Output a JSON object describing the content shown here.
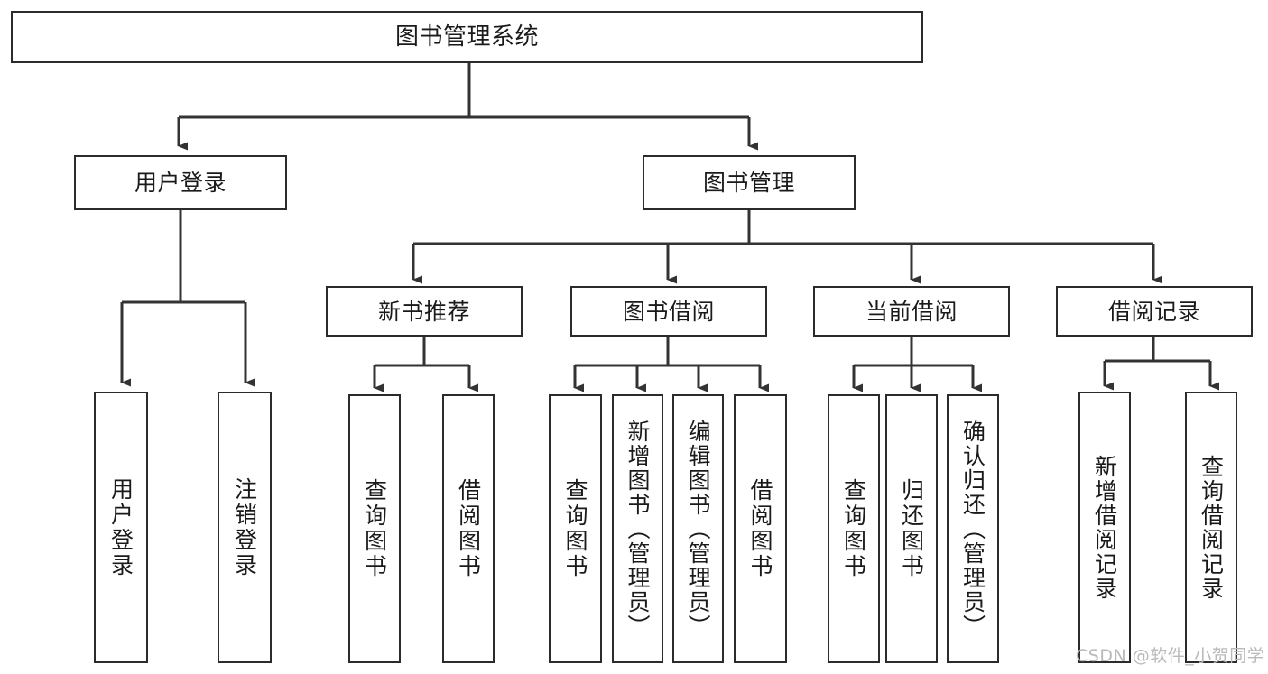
{
  "diagram": {
    "title": "图书管理系统",
    "type": "功能结构图",
    "watermark": "CSDN @软件_小贺同学",
    "style": {
      "box_border_color": "#2b2b2b",
      "box_fill_color": "#ffffff",
      "connector_color": "#333333",
      "text_color": "#1a1a1a",
      "watermark_color": "#b9b9b9",
      "background": "#ffffff"
    },
    "nodes": {
      "root": {
        "label": "图书管理系统",
        "level": 1
      },
      "user_login": {
        "label": "用户登录",
        "level": 2
      },
      "book_manage": {
        "label": "图书管理",
        "level": 2
      },
      "new_book_rec": {
        "label": "新书推荐",
        "level": 3
      },
      "book_borrow": {
        "label": "图书借阅",
        "level": 3
      },
      "current_borrow": {
        "label": "当前借阅",
        "level": 3
      },
      "borrow_record": {
        "label": "借阅记录",
        "level": 3
      },
      "leaf_user_login": {
        "label": "用户登录",
        "level": 4
      },
      "leaf_logout_login": {
        "label": "注销登录",
        "level": 4
      },
      "leaf_query_book_1": {
        "label": "查询图书",
        "level": 4
      },
      "leaf_borrow_book_1": {
        "label": "借阅图书",
        "level": 4
      },
      "leaf_query_book_2": {
        "label": "查询图书",
        "level": 4
      },
      "leaf_add_book_admin": {
        "label": "新增图书（管理员）",
        "level": 4
      },
      "leaf_edit_book_admin": {
        "label": "编辑图书（管理员）",
        "level": 4
      },
      "leaf_borrow_book_2": {
        "label": "借阅图书",
        "level": 4
      },
      "leaf_query_book_3": {
        "label": "查询图书",
        "level": 4
      },
      "leaf_return_book": {
        "label": "归还图书",
        "level": 4
      },
      "leaf_confirm_return_admin": {
        "label": "确认归还（管理员）",
        "level": 4
      },
      "leaf_add_borrow_record": {
        "label": "新增借阅记录",
        "level": 4
      },
      "leaf_query_borrow_record": {
        "label": "查询借阅记录",
        "level": 4
      }
    },
    "edges": [
      {
        "from": "root",
        "to": "user_login"
      },
      {
        "from": "root",
        "to": "book_manage"
      },
      {
        "from": "user_login",
        "to": "leaf_user_login"
      },
      {
        "from": "user_login",
        "to": "leaf_logout_login"
      },
      {
        "from": "book_manage",
        "to": "new_book_rec"
      },
      {
        "from": "book_manage",
        "to": "book_borrow"
      },
      {
        "from": "book_manage",
        "to": "current_borrow"
      },
      {
        "from": "book_manage",
        "to": "borrow_record"
      },
      {
        "from": "new_book_rec",
        "to": "leaf_query_book_1"
      },
      {
        "from": "new_book_rec",
        "to": "leaf_borrow_book_1"
      },
      {
        "from": "book_borrow",
        "to": "leaf_query_book_2"
      },
      {
        "from": "book_borrow",
        "to": "leaf_add_book_admin"
      },
      {
        "from": "book_borrow",
        "to": "leaf_edit_book_admin"
      },
      {
        "from": "book_borrow",
        "to": "leaf_borrow_book_2"
      },
      {
        "from": "current_borrow",
        "to": "leaf_query_book_3"
      },
      {
        "from": "current_borrow",
        "to": "leaf_return_book"
      },
      {
        "from": "current_borrow",
        "to": "leaf_confirm_return_admin"
      },
      {
        "from": "borrow_record",
        "to": "leaf_add_borrow_record"
      },
      {
        "from": "borrow_record",
        "to": "leaf_query_borrow_record"
      }
    ]
  }
}
